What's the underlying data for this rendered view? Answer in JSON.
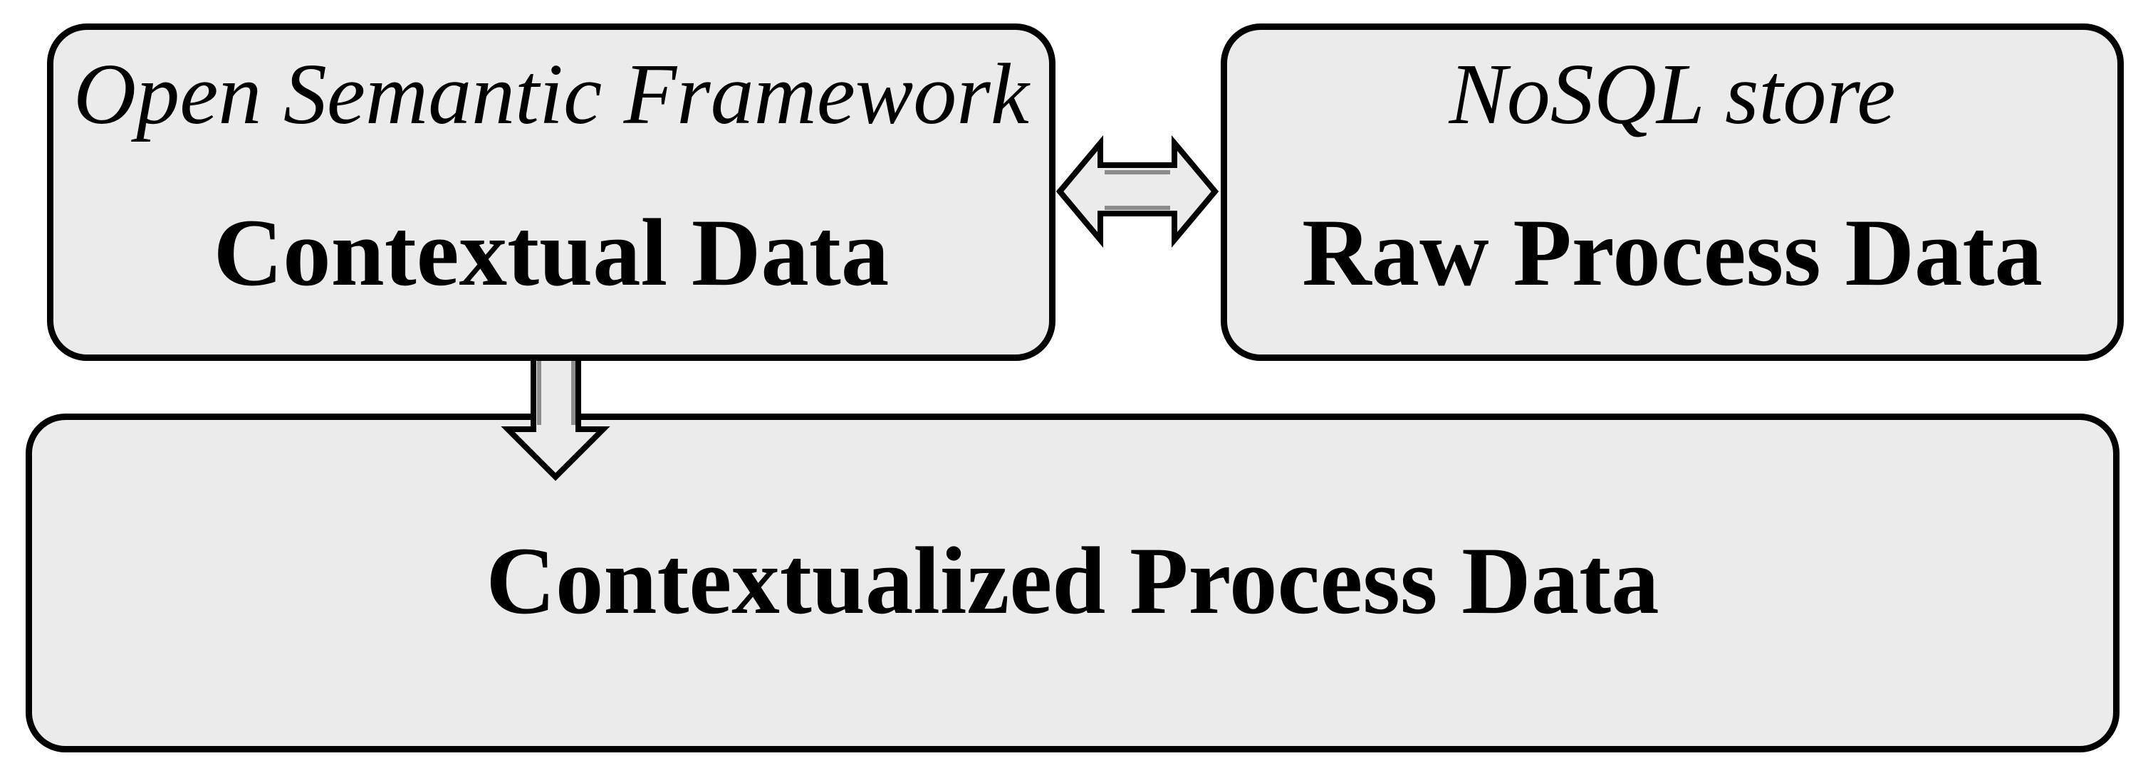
{
  "boxes": [
    {
      "id": "contextual-data",
      "subtitle": "Open Semantic Framework",
      "title": "Contextual Data"
    },
    {
      "id": "raw-process-data",
      "subtitle": "NoSQL store",
      "title": "Raw Process Data"
    },
    {
      "id": "contextualized-process-data",
      "title": "Contextualized Process Data"
    }
  ],
  "arrows": [
    {
      "icon": "bidirectional-arrow-icon",
      "direction": "horizontal-double",
      "connects": [
        "Contextual Data",
        "Raw Process Data"
      ]
    },
    {
      "icon": "down-arrow-icon",
      "direction": "down",
      "connects": [
        "Contextual Data",
        "Contextualized Process Data"
      ]
    }
  ],
  "colors": {
    "background": "#ffffff",
    "box_fill": "#ebebeb",
    "border": "#000000",
    "text": "#000000",
    "arrow_fill": "#ebebeb",
    "arrow_shadow": "#8c8c8c"
  }
}
